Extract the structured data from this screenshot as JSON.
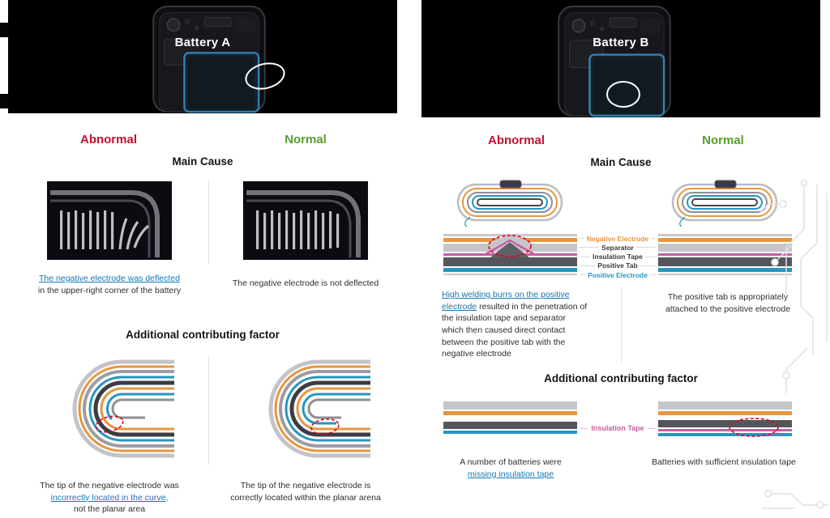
{
  "colors": {
    "abnormal_red": "#c2112e",
    "normal_green": "#56a02c",
    "highlight_blue": "#1577b2",
    "electrode_orange": "#e8953f",
    "electrode_blue": "#2596be",
    "insulation_pink": "#c85da4",
    "defect_red": "#e4001f"
  },
  "battery_a": {
    "title": "Battery A",
    "abnormal_label": "Abnormal",
    "normal_label": "Normal",
    "main_cause_title": "Main Cause",
    "main_cause_abnormal_hl": "The negative electrode was deflected",
    "main_cause_abnormal_rest": "in the upper-right corner of the battery",
    "main_cause_normal": "The negative electrode is not deflected",
    "additional_title": "Additional contributing factor",
    "additional_abnormal_pre": "The tip of the negative electrode was",
    "additional_abnormal_hl": "incorrectly located in the curve,",
    "additional_abnormal_post": "not the planar area",
    "additional_normal": "The tip of the negative electrode is correctly located within the planar arena"
  },
  "battery_b": {
    "title": "Battery B",
    "abnormal_label": "Abnormal",
    "normal_label": "Normal",
    "main_cause_title": "Main Cause",
    "layer_labels": [
      "Negative Electrode",
      "Separator",
      "Insulation Tape",
      "Positive Tab",
      "Positive Electrode"
    ],
    "main_cause_abnormal_hl": "High welding burrs on the positive electrode",
    "main_cause_abnormal_rest": "resulted in the penetration of the insulation tape and separator which then caused direct contact between the positive tab with the negative electrode",
    "main_cause_normal": "The positive tab is appropriately attached to the positive electrode",
    "additional_title": "Additional contributing factor",
    "insulation_tape_label": "Insulation Tape",
    "additional_abnormal_pre": "A number of batteries were",
    "additional_abnormal_hl": "missing insulation tape",
    "additional_normal": "Batteries with sufficient insulation tape"
  }
}
